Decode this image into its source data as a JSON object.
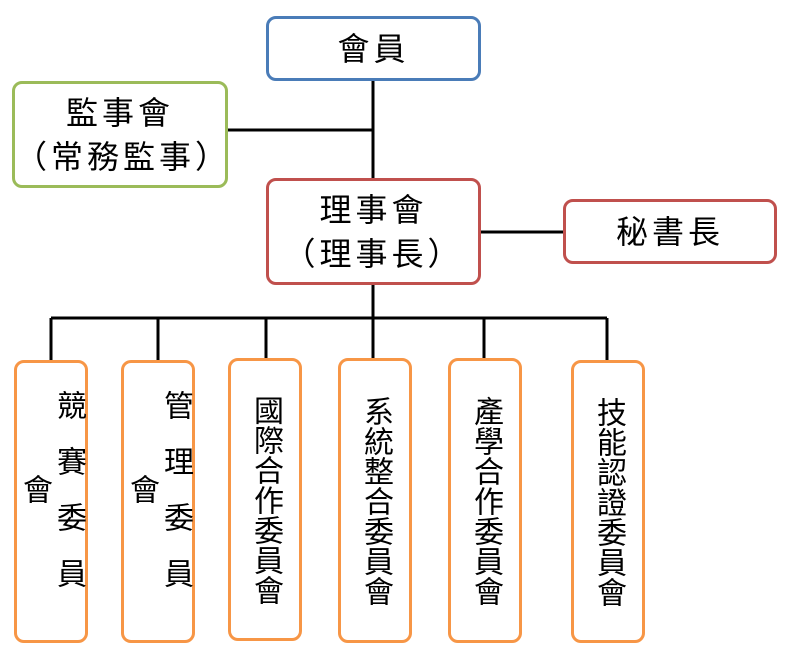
{
  "nodes": {
    "members": "會員",
    "supervisors": "監事會\n（常務監事）",
    "board": "理事會\n（理事長）",
    "secretary": "秘書長",
    "competition": "競賽委員會",
    "management": "管理委員會",
    "international": "國際合作委員會",
    "systems": "系統整合委員會",
    "industry": "產學合作委員會",
    "certification": "技能認證委員會"
  },
  "colors": {
    "members": "#4a7cb8",
    "supervisors": "#9bbb59",
    "board": "#c0504d",
    "committees": "#f79646"
  }
}
